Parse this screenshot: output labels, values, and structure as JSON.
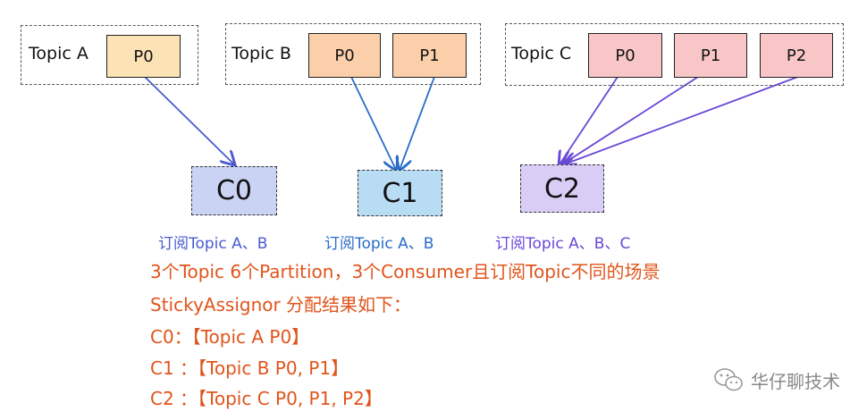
{
  "topics": [
    {
      "label": "Topic A",
      "partitions": [
        "P0"
      ],
      "color": "#fbe3b6"
    },
    {
      "label": "Topic B",
      "partitions": [
        "P0",
        "P1"
      ],
      "color": "#fbcfa9"
    },
    {
      "label": "Topic C",
      "partitions": [
        "P0",
        "P1",
        "P2"
      ],
      "color": "#f9c6c8"
    }
  ],
  "consumers": [
    {
      "label": "C0",
      "color": "#cbd3f5",
      "subscription": "订阅Topic A、B",
      "sub_color": "#4a5bd0"
    },
    {
      "label": "C1",
      "color": "#b9dcf5",
      "subscription": "订阅Topic A、B",
      "sub_color": "#2a6cc9"
    },
    {
      "label": "C2",
      "color": "#d9cdf5",
      "subscription": "订阅Topic A、B、C",
      "sub_color": "#6a48d6"
    }
  ],
  "arrow_colors": {
    "c0": "#4a5bd0",
    "c1": "#2a6cc9",
    "c2": "#6a48d6"
  },
  "notes": [
    "3个Topic 6个Partition，3个Consumer且订阅Topic不同的场景",
    "StickyAssignor 分配结果如下：",
    "C0：【Topic A P0】",
    "C1 ：【Topic B P0, P1】",
    "C2 ：【Topic C P0, P1, P2】"
  ],
  "note_color": "#e0541b",
  "watermark": "华仔聊技术",
  "watermark_icon": "wechat-icon"
}
